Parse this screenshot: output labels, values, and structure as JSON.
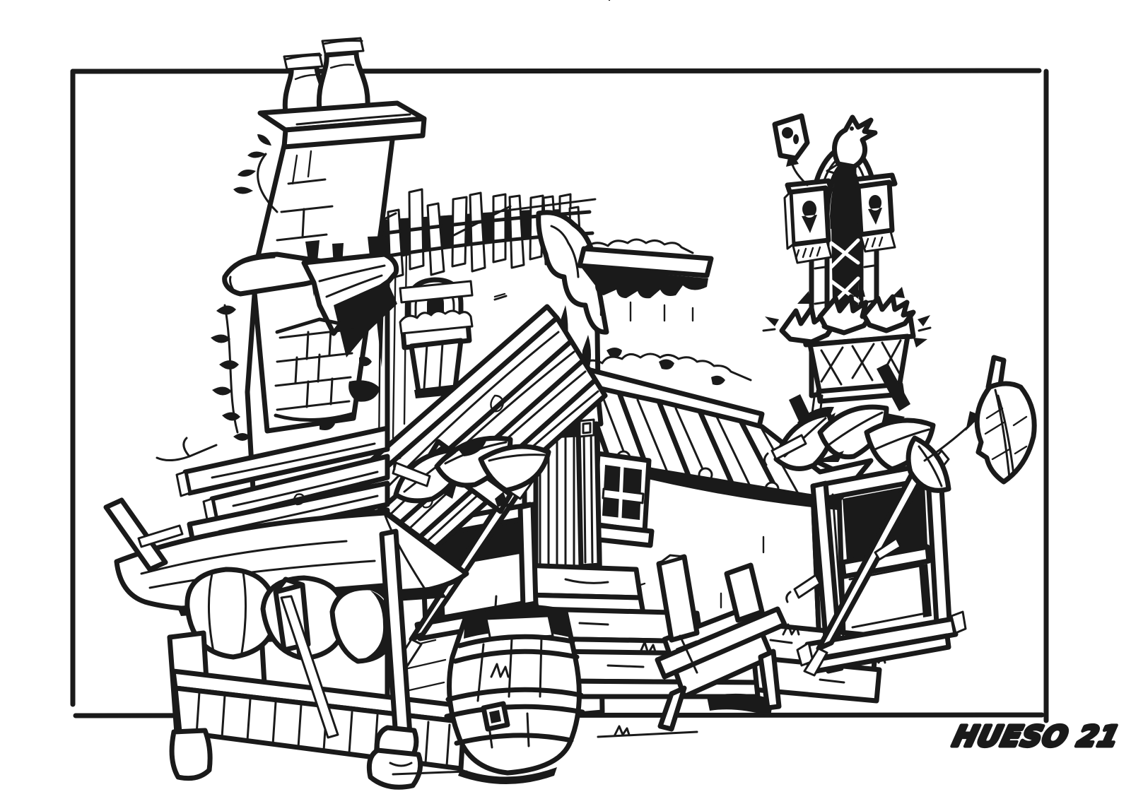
{
  "artwork": {
    "signature": "HUESO 21",
    "ink_color": "#1a1a1a",
    "paper_color": "#ffffff",
    "style": "hand-drawn black ink line-art concept sketch inside a rectangular frame",
    "scene": {
      "main": "ramshackle plastered market house",
      "elements": [
        "chimney with two clay pots",
        "rooftop picket fence",
        "hanging vine and leafy sprig",
        "draped cloth over beam",
        "arched niche window with flower box",
        "large slanted plank roof with battens",
        "fanned plank awning",
        "arched plank door with stone steps",
        "stick window overgrown with leaves",
        "side annex with stone-weighted slat roof",
        "small cross-pane window",
        "market stall with cloth canopy and produce crate",
        "wooden barrel with bung hole",
        "broken wooden hand cart"
      ]
    },
    "studies": [
      {
        "subject": "tall lattice window with perched bird, twin keyhole boxes and flower box",
        "callout": "keyhole plaque detail"
      },
      {
        "subject": "stick-framed window overgrown with large leaves",
        "callout": "single leaf detail"
      }
    ]
  }
}
